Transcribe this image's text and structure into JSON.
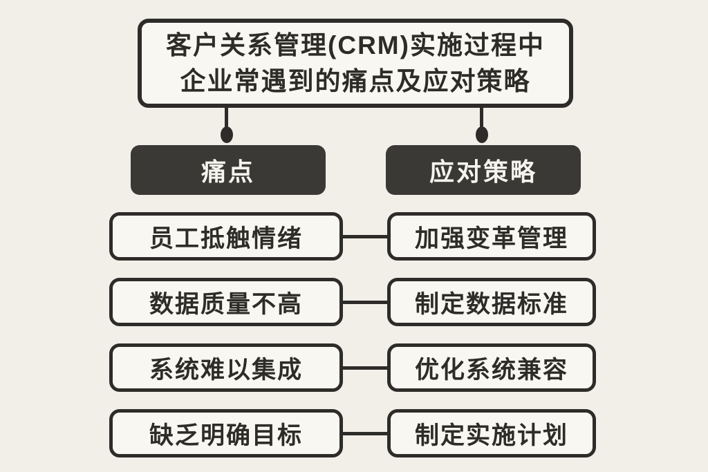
{
  "title": {
    "line1": "客户关系管理(CRM)实施过程中",
    "line2": "企业常遇到的痛点及应对策略"
  },
  "columns": {
    "pain_header": "痛点",
    "strategy_header": "应对策略"
  },
  "rows": [
    {
      "pain": "员工抵触情绪",
      "strategy": "加强变革管理"
    },
    {
      "pain": "数据质量不高",
      "strategy": "制定数据标准"
    },
    {
      "pain": "系统难以集成",
      "strategy": "优化系统兼容"
    },
    {
      "pain": "缺乏明确目标",
      "strategy": "制定实施计划"
    }
  ],
  "colors": {
    "background": "#f1efe8",
    "box_fill": "#f8f7f1",
    "dark": "#2d2c29",
    "header_fill": "#3a3936",
    "header_text": "#f5f4ee"
  }
}
